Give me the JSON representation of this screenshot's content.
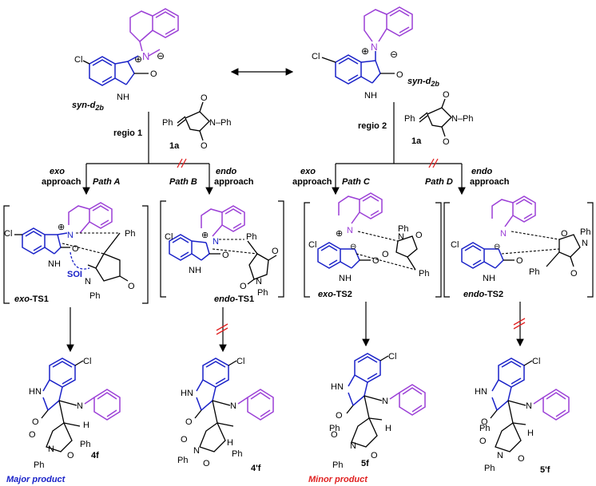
{
  "reactants": {
    "left": {
      "cl": "Cl",
      "n_plus": "N",
      "plus": "⊕",
      "minus": "⊖",
      "o": "O",
      "nh": "NH",
      "label": "syn-d",
      "label_sub": "2b"
    },
    "right": {
      "cl": "Cl",
      "n": "N",
      "plus": "⊕",
      "minus": "⊖",
      "o": "O",
      "nh": "NH",
      "label": "syn-d",
      "label_sub": "2b"
    }
  },
  "regio": {
    "left": "regio 1",
    "right": "regio 2"
  },
  "dipolarophile": {
    "ph": "Ph",
    "n_ph": "N–Ph",
    "o": "O",
    "label": "1a"
  },
  "approaches": {
    "exo_left": [
      "exo",
      "approach"
    ],
    "path_a": "Path A",
    "path_b": "Path B",
    "endo_left": [
      "endo",
      "approach"
    ],
    "exo_right": [
      "exo",
      "approach"
    ],
    "path_c": "Path C",
    "path_d": "Path D",
    "endo_right": [
      "endo",
      "approach"
    ]
  },
  "ts": {
    "ts1": {
      "label_pre": "exo",
      "label_post": "-TS1",
      "soi": "SOI",
      "cl": "Cl",
      "ph": "Ph",
      "ph_n": "Ph",
      "nh": "NH",
      "o": "O",
      "n": "N"
    },
    "ts2": {
      "label_pre": "endo",
      "label_post": "-TS1",
      "cl": "Cl",
      "ph": "Ph",
      "ph_n": "Ph",
      "nh": "NH",
      "o": "O",
      "n": "N"
    },
    "ts3": {
      "label_pre": "exo",
      "label_post": "-TS2",
      "cl": "Cl",
      "ph": "Ph",
      "ph_n": "Ph",
      "nh": "NH",
      "o": "O",
      "n": "N"
    },
    "ts4": {
      "label_pre": "endo",
      "label_post": "-TS2",
      "cl": "Cl",
      "ph": "Ph",
      "ph_n": "Ph",
      "nh": "NH",
      "o": "O",
      "n": "N"
    }
  },
  "products": {
    "p4f": {
      "label": "4f",
      "cl": "Cl",
      "hn": "HN",
      "ph": "Ph",
      "h": "H",
      "o": "O",
      "n": "N"
    },
    "p4pf": {
      "label": "4'f",
      "cl": "Cl",
      "hn": "HN",
      "ph": "Ph",
      "h": "H",
      "o": "O",
      "n": "N"
    },
    "p5f": {
      "label": "5f",
      "cl": "Cl",
      "hn": "HN",
      "ph": "Ph",
      "h": "H",
      "o": "O",
      "n": "N"
    },
    "p5pf": {
      "label": "5'f",
      "cl": "Cl",
      "hn": "HN",
      "ph": "Ph",
      "h": "H",
      "o": "O",
      "n": "N"
    }
  },
  "captions": {
    "major": "Major product",
    "minor": "Minor product"
  },
  "colors": {
    "blue": "#1a22c8",
    "purple": "#9b3fd6",
    "red": "#e02020",
    "major_text": "#1a22c8",
    "minor_text": "#e02020"
  }
}
